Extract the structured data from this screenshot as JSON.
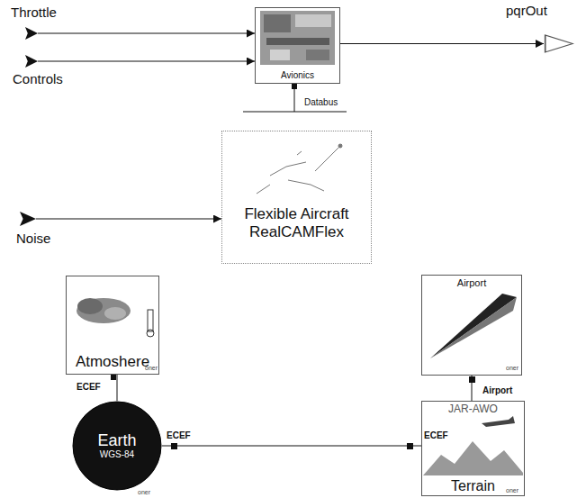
{
  "diagram": {
    "nodes": [
      {
        "text": [
          "Throttle"
        ]
      },
      {
        "text": [
          "Controls"
        ]
      },
      {
        "text": [
          "Avionics"
        ]
      },
      {
        "text": [
          "pqrOut"
        ]
      },
      {
        "text": [
          "Noise"
        ]
      },
      {
        "text": [
          "Flexible Aircraft RealCAMFlex"
        ]
      },
      {
        "text": [
          "Atmoshere"
        ]
      },
      {
        "text": [
          "Airport"
        ]
      },
      {
        "text": [
          "Earth",
          "WGS-84"
        ]
      },
      {
        "text": [
          "JAR-AWO",
          "Terrain"
        ]
      }
    ],
    "edges": [
      {
        "from": 0,
        "to": 2,
        "arrow": "to"
      },
      {
        "from": 1,
        "to": 2,
        "arrow": "to"
      },
      {
        "from": 2,
        "to": 3,
        "arrow": "to"
      },
      {
        "from": 4,
        "to": 5,
        "arrow": "to"
      },
      {
        "from": 6,
        "to": 8,
        "arrow": "none"
      },
      {
        "from": 7,
        "to": 9,
        "arrow": "none"
      },
      {
        "from": 8,
        "to": 9,
        "arrow": "none"
      }
    ],
    "labels": [
      "Databus",
      "ECEF",
      "ECEF",
      "ECEF",
      "Airport",
      "oner",
      "oner",
      "oner",
      "oner"
    ]
  }
}
